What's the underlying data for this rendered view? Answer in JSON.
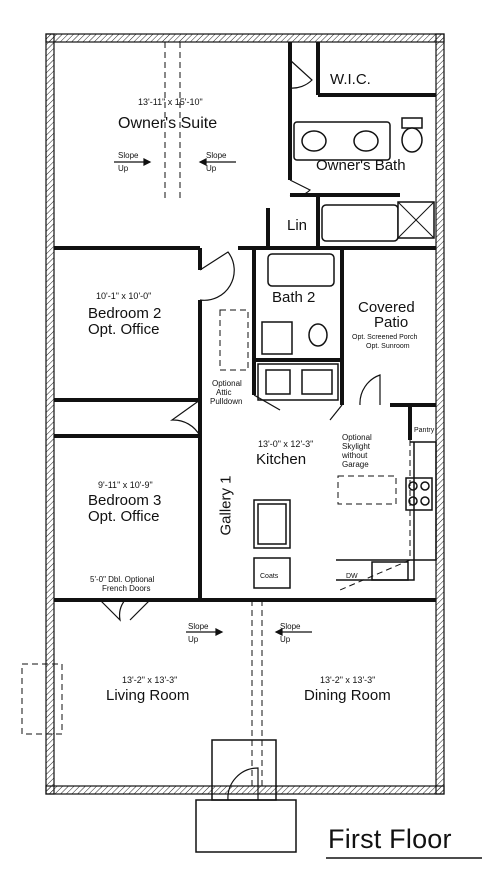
{
  "plan": {
    "title": "First Floor",
    "rooms": {
      "owners_suite": {
        "name": "Owner's Suite",
        "dims": "13'-11\" x 15'-10\""
      },
      "wic": {
        "name": "W.I.C."
      },
      "owners_bath": {
        "name": "Owner's Bath"
      },
      "linen": {
        "name": "Lin"
      },
      "bedroom2": {
        "name_line1": "Bedroom 2",
        "name_line2": "Opt. Office",
        "dims": "10'-1\" x 10'-0\""
      },
      "bath2": {
        "name": "Bath 2"
      },
      "patio": {
        "name_line1": "Covered",
        "name_line2": "Patio",
        "note_line1": "Opt. Screened Porch",
        "note_line2": "Opt. Sunroom"
      },
      "kitchen": {
        "name": "Kitchen",
        "dims": "13'-0\" x 12'-3\""
      },
      "pantry": {
        "name": "Pantry"
      },
      "bedroom3": {
        "name_line1": "Bedroom 3",
        "name_line2": "Opt. Office",
        "dims": "9'-11\" x 10'-9\""
      },
      "gallery": {
        "name": "Gallery 1"
      },
      "coats": {
        "name": "Coats"
      },
      "living": {
        "name": "Living Room",
        "dims": "13'-2\" x 13'-3\""
      },
      "dining": {
        "name": "Dining Room",
        "dims": "13'-2\" x 13'-3\""
      }
    },
    "notes": {
      "slope_up": [
        "Slope",
        "Up"
      ],
      "attic": [
        "Optional",
        "Attic",
        "Pulldown"
      ],
      "skylight": [
        "Optional",
        "Skylight",
        "without",
        "Garage"
      ],
      "french_doors": [
        "5'-0\" Dbl. Optional",
        "French Doors"
      ],
      "dishwasher": "DW"
    }
  }
}
